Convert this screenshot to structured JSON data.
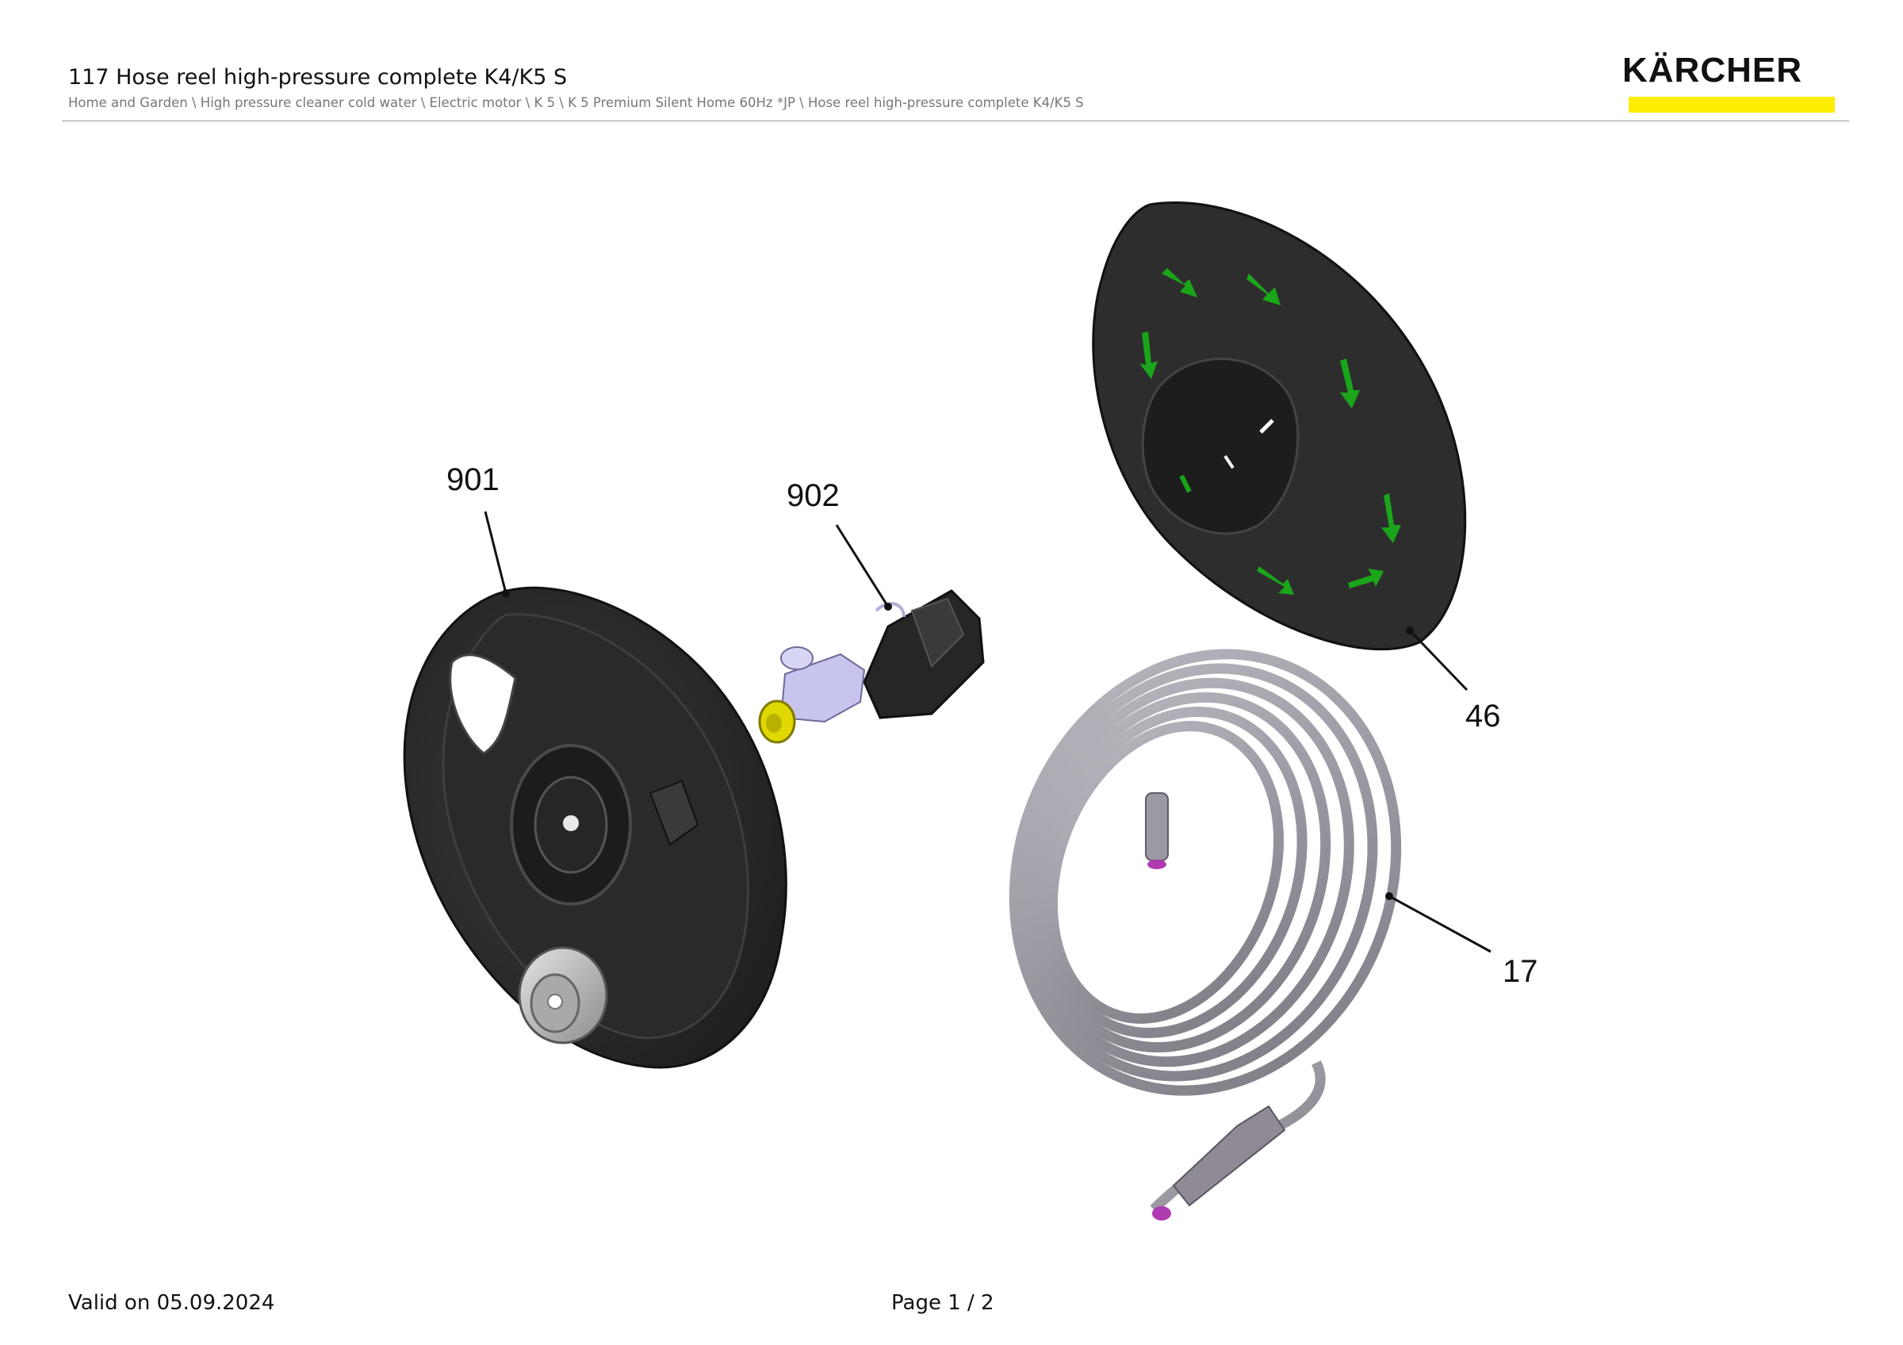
{
  "header": {
    "title": "117 Hose reel high-pressure complete K4/K5 S",
    "breadcrumb": "Home and Garden \\ High pressure cleaner cold water \\ Electric motor \\ K 5 \\ K 5 Premium Silent Home 60Hz *JP \\ Hose reel high-pressure complete K4/K5 S"
  },
  "logo": {
    "text": "KÄRCHER",
    "bar_color": "#ffed00"
  },
  "parts": [
    {
      "number": "901"
    },
    {
      "number": "902"
    },
    {
      "number": "46"
    },
    {
      "number": "17"
    }
  ],
  "colors": {
    "arrow_green": "#1aa51a",
    "hose_gray": "#a6a2ab",
    "part_dark": "#2c2c2c",
    "coupling_yellow": "#e0d800",
    "fitting_lilac": "#c7c4ee"
  },
  "footer": {
    "valid": "Valid on 05.09.2024",
    "page": "Page 1 / 2"
  }
}
